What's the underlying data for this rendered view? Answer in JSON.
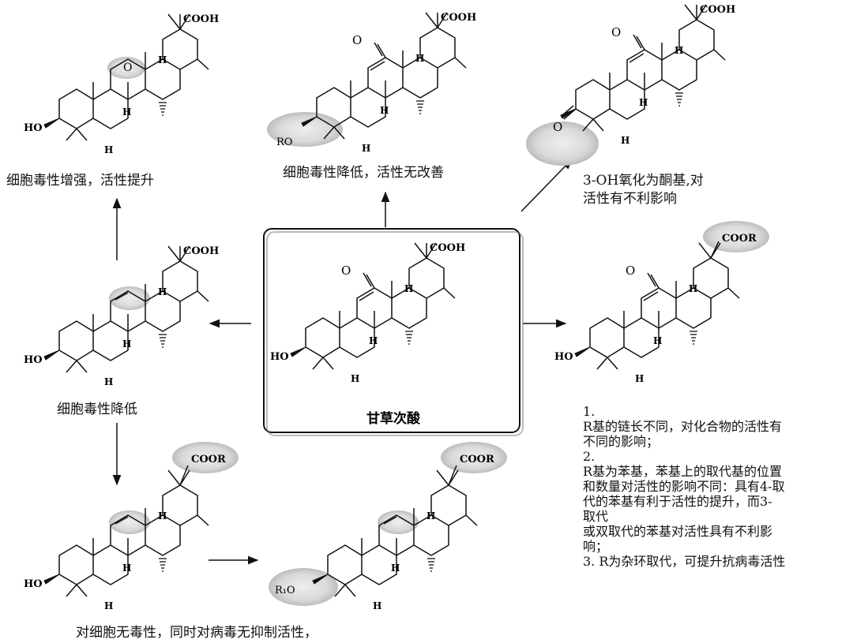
{
  "center": {
    "label": "甘草次酸"
  },
  "groups": {
    "cooh": "COOH",
    "coor": "COOR",
    "ho": "HO",
    "ro": "RO",
    "r1o": "R₁O",
    "o": "O",
    "h": "H"
  },
  "captions": {
    "top_left": "细胞毒性增强，活性提升",
    "top_center": "细胞毒性降低，活性无改善",
    "top_right_1": "3-OH氧化为酮基,对",
    "top_right_2": "活性有不利影响",
    "left_middle": "细胞毒性降低",
    "bottom_left": "对细胞无毒性，同时对病毒无抑制活性，"
  },
  "notes": [
    "1.",
    "R基的链长不同，对化合物的活性有",
    "不同的影响；",
    "2.",
    "R基为苯基，苯基上的取代基的位置",
    "和数量对活性的影响不同：具有4-取",
    "代的苯基有利于活性的提升，而3-",
    "取代",
    "或双取代的苯基对活性具有不利影",
    "响；",
    "3. R为杂环取代，可提升抗病毒活性"
  ]
}
